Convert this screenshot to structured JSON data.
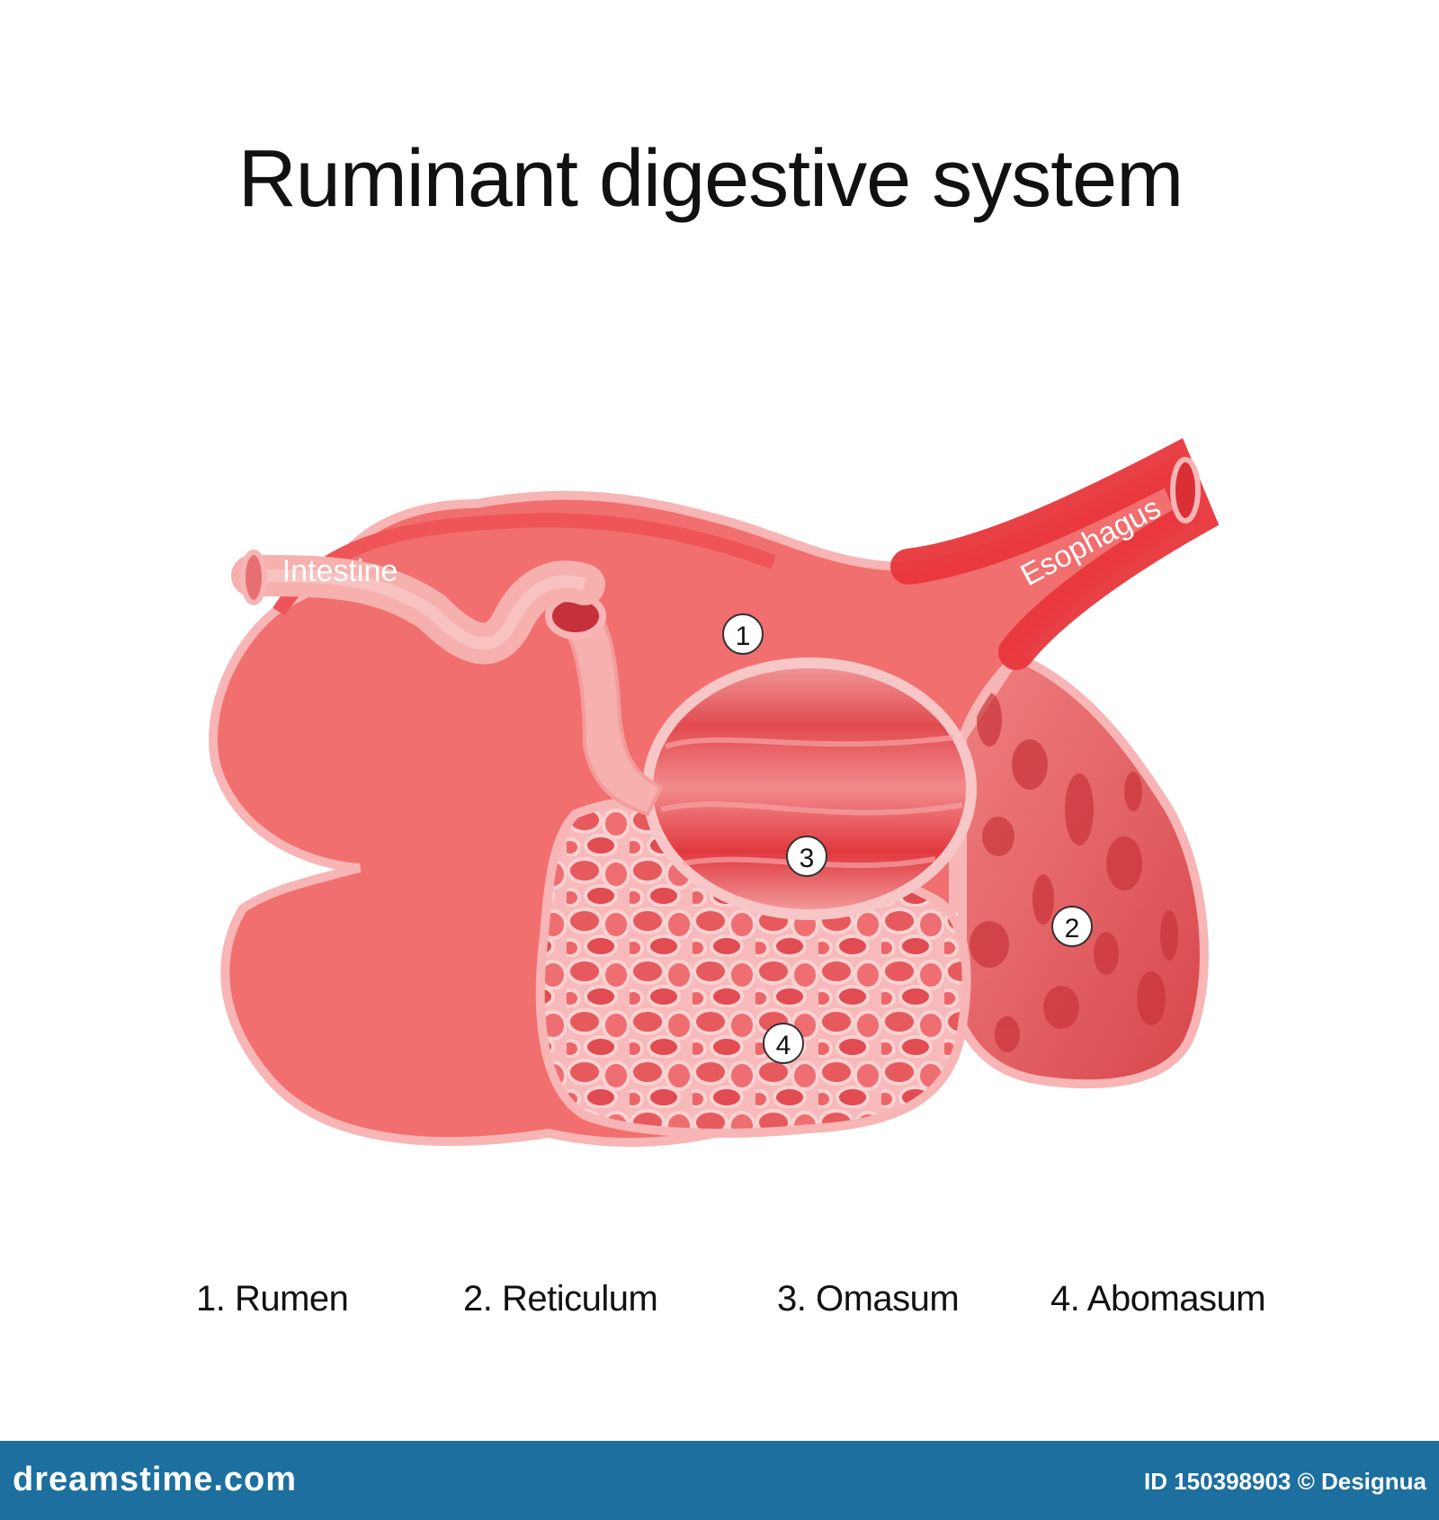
{
  "title": "Ruminant digestive system",
  "labels": {
    "intestine": "Intestine",
    "esophagus": "Esophagus"
  },
  "markers": {
    "rumen": "1",
    "reticulum": "2",
    "omasum": "3",
    "abomasum": "4"
  },
  "legend": [
    "1. Rumen",
    "2. Reticulum",
    "3. Omasum",
    "4. Abomasum"
  ],
  "footer": {
    "brand": "dreamstime.com",
    "credit": "ID 150398903 © Designua"
  },
  "colors": {
    "outline": "#f7b5b5",
    "wall": "#ee5458",
    "rumen_fill": "#f26f6f",
    "esophagus": "#e8363c",
    "intestine": "#f6b0ad",
    "honeycomb": "#f4a3a6",
    "footer_bg": "#1c6f9e"
  }
}
